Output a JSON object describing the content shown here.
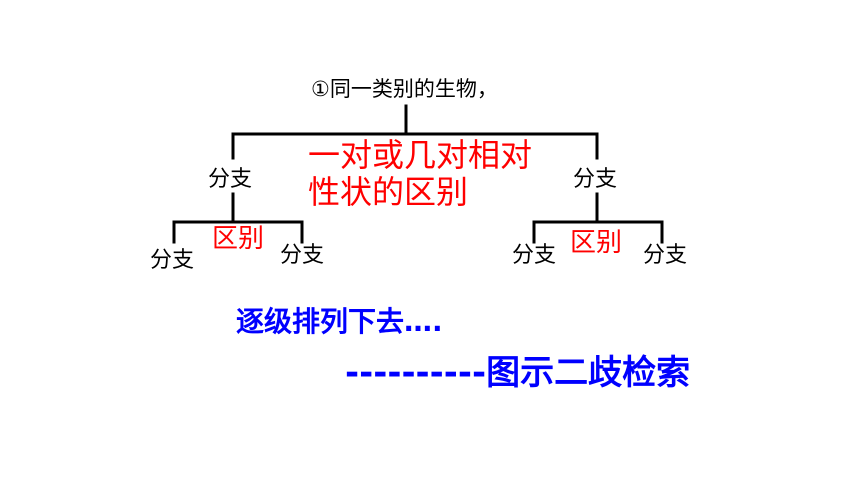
{
  "diagram": {
    "root_label": "①同一类别的生物，",
    "level1_difference": [
      "一对或几对相对",
      "性状的区别"
    ],
    "left_branch": "分支",
    "right_branch": "分支",
    "left_difference": "区别",
    "right_difference": "区别",
    "left_leaves": [
      "分支",
      "分支"
    ],
    "right_leaves": [
      "分支",
      "分支"
    ]
  },
  "footer": {
    "line1": "逐级排列下去….",
    "line2": "----------图示二歧检索"
  },
  "colors": {
    "lines": "#000000",
    "difference_text": "#ff0000",
    "footer_text": "#0000ff"
  }
}
